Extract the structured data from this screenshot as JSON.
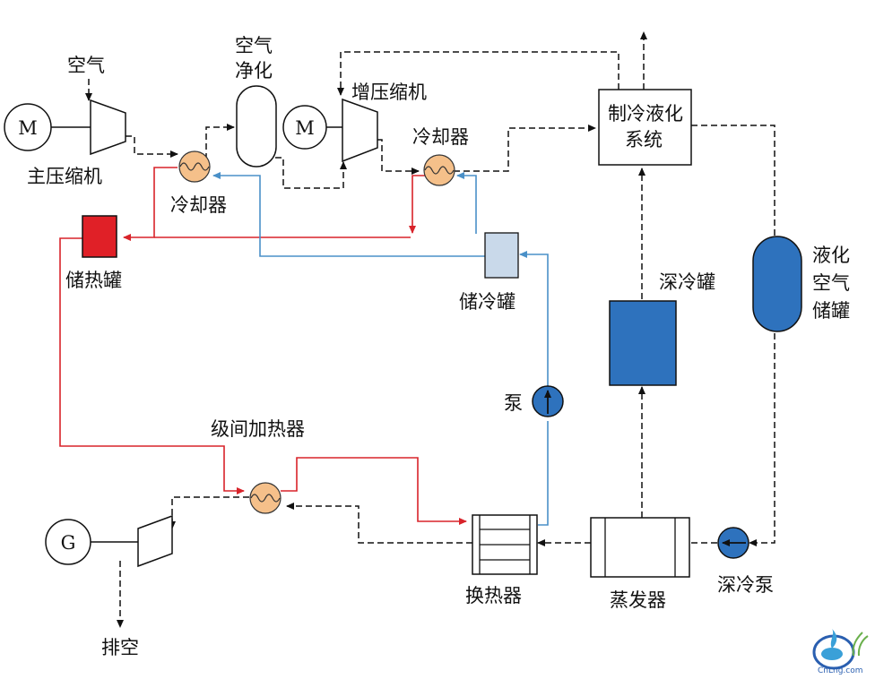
{
  "labels": {
    "air": "空气",
    "air_purify_1": "空气",
    "air_purify_2": "净化",
    "booster": "增压缩机",
    "main_compressor": "主压缩机",
    "cooler_1": "冷却器",
    "cooler_2": "冷却器",
    "refrig_1": "制冷液化",
    "refrig_2": "系统",
    "hot_tank": "储热罐",
    "cold_store": "储冷罐",
    "deep_cold_tank": "深冷罐",
    "liquid_air_1": "液化",
    "liquid_air_2": "空气",
    "liquid_air_3": "储罐",
    "pump": "泵",
    "interstage_heater": "级间加热器",
    "heat_exchanger": "换热器",
    "evaporator": "蒸发器",
    "cryo_pump": "深冷泵",
    "exhaust": "排空",
    "motor_1": "M",
    "motor_2": "M",
    "generator": "G",
    "watermark": "CnLng.com"
  },
  "colors": {
    "hot_line": "#d8232a",
    "cold_line": "#4a90c8",
    "hot_tank_fill": "#e02027",
    "cold_store_fill": "#c9d9ea",
    "deep_tank_fill": "#2e72bd",
    "liquid_air_fill": "#2e72bd",
    "cooler_fill": "#f5c08a",
    "pump_fill": "#2e72bd"
  },
  "icons": [
    "motor-icon",
    "compressor-icon",
    "heat-exchanger-coil-icon",
    "pump-icon",
    "turbine-icon",
    "generator-icon",
    "logo-icon"
  ]
}
